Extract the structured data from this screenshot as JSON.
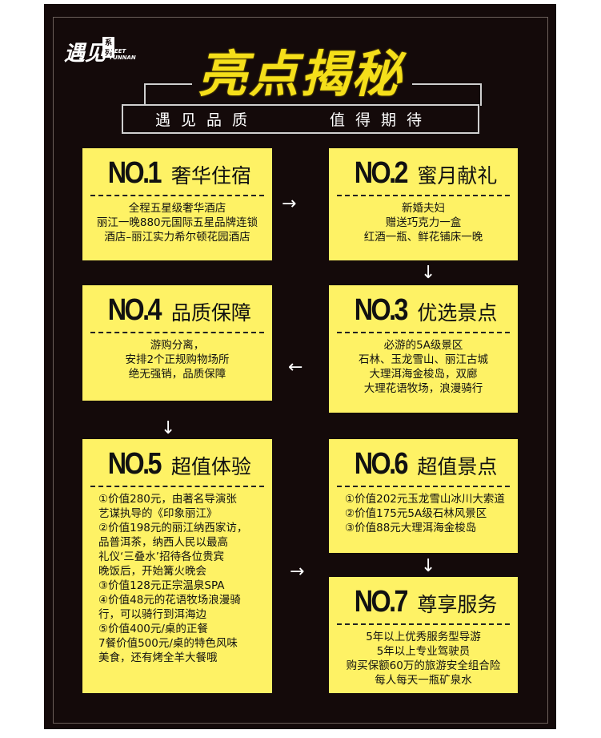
{
  "logo": {
    "main": "遇见",
    "tag": "系列",
    "en1": "MEET",
    "en2": "YUNNAN"
  },
  "title": "亮点揭秘",
  "subtitle": {
    "left": "遇见品质",
    "right": "值得期待"
  },
  "colors": {
    "background": "#140a0a",
    "card": "#fef265",
    "title": "#f5df1a"
  },
  "cards": [
    {
      "no": "NO.1",
      "name": "奢华住宿",
      "lines": [
        "全程五星级奢华酒店",
        "丽江一晚880元国际五星品牌连锁",
        "酒店–丽江实力希尔顿花园酒店"
      ]
    },
    {
      "no": "NO.2",
      "name": "蜜月献礼",
      "lines": [
        "新婚夫妇",
        "赠送巧克力一盒",
        "红酒一瓶、鲜花铺床一晚"
      ]
    },
    {
      "no": "NO.3",
      "name": "优选景点",
      "lines": [
        "必游的5A级景区",
        "石林、玉龙雪山、丽江古城",
        "大理洱海金梭岛，双廊",
        "大理花语牧场，浪漫骑行"
      ]
    },
    {
      "no": "NO.4",
      "name": "品质保障",
      "lines": [
        "游购分离，",
        "安排2个正规购物场所",
        "绝无强销，品质保障"
      ]
    },
    {
      "no": "NO.5",
      "name": "超值体验",
      "lines": [
        "①价值280元，由著名导演张",
        "艺谋执导的《印象丽江》",
        "②价值198元的丽江纳西家访，",
        "品普洱茶，纳西人民以最高",
        "礼仪‘三叠水’招待各位贵宾",
        "晚饭后，开始篝火晚会",
        "③价值128元正宗温泉SPA",
        "④价值48元的花语牧场浪漫骑",
        "行，可以骑行到洱海边",
        "⑤价值400元/桌的正餐",
        "7餐价值500元/桌的特色风味",
        "美食，还有烤全羊大餐哦"
      ]
    },
    {
      "no": "NO.6",
      "name": "超值景点",
      "lines": [
        "①价值202元玉龙雪山冰川大索道",
        "②价值175元5A级石林风景区",
        "③价值88元大理洱海金梭岛"
      ]
    },
    {
      "no": "NO.7",
      "name": "尊享服务",
      "lines": [
        "5年以上优秀服务型导游",
        "5年以上专业驾驶员",
        "购买保额60万的旅游安全组合险",
        "每人每天一瓶矿泉水"
      ]
    }
  ],
  "arrows": {
    "right": "→",
    "down": "↓",
    "left": "←"
  }
}
